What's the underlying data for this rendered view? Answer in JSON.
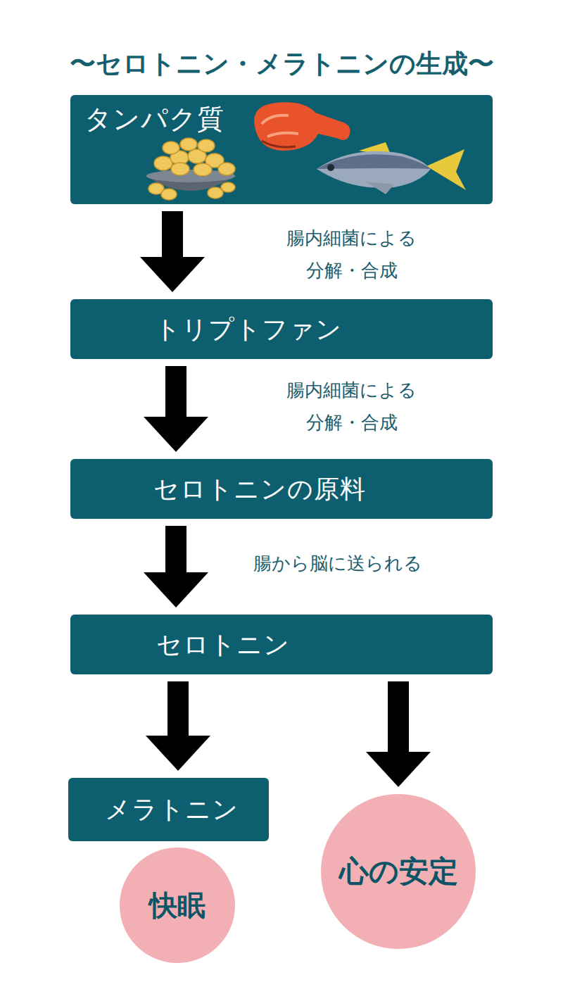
{
  "diagram": {
    "title": "〜セロトニン・メラトニンの生成〜",
    "nodes": [
      {
        "text": [
          "タンパク質"
        ]
      },
      {
        "text": [
          "トリプトファン"
        ]
      },
      {
        "text": [
          "セロトニンの原料"
        ]
      },
      {
        "text": [
          "セロトニン"
        ]
      },
      {
        "text": [
          "メラトニン"
        ]
      },
      {
        "text": [
          "快眠"
        ]
      },
      {
        "text": [
          "心の安定"
        ]
      }
    ],
    "edges": [
      {
        "from": 0,
        "to": 1,
        "arrow": "to",
        "label": "腸内細菌による 分解・合成"
      },
      {
        "from": 1,
        "to": 2,
        "arrow": "to",
        "label": "腸内細菌による 分解・合成"
      },
      {
        "from": 2,
        "to": 3,
        "arrow": "to",
        "label": "腸から脳に送られる"
      },
      {
        "from": 3,
        "to": 4,
        "arrow": "to"
      },
      {
        "from": 3,
        "to": 6,
        "arrow": "to"
      }
    ]
  }
}
